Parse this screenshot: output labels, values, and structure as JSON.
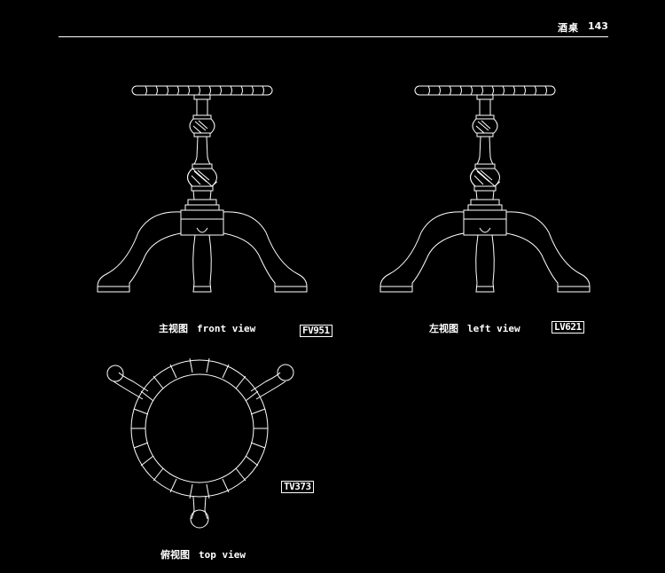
{
  "header": {
    "title": "酒桌",
    "page": "143"
  },
  "views": {
    "front": {
      "cn": "主视图",
      "en": "front view",
      "code": "FV951"
    },
    "left": {
      "cn": "左视图",
      "en": "left view",
      "code": "LV621"
    },
    "top": {
      "cn": "俯视图",
      "en": "top view",
      "code": "TV373"
    }
  },
  "colors": {
    "background": "#000000",
    "line": "#ffffff"
  }
}
